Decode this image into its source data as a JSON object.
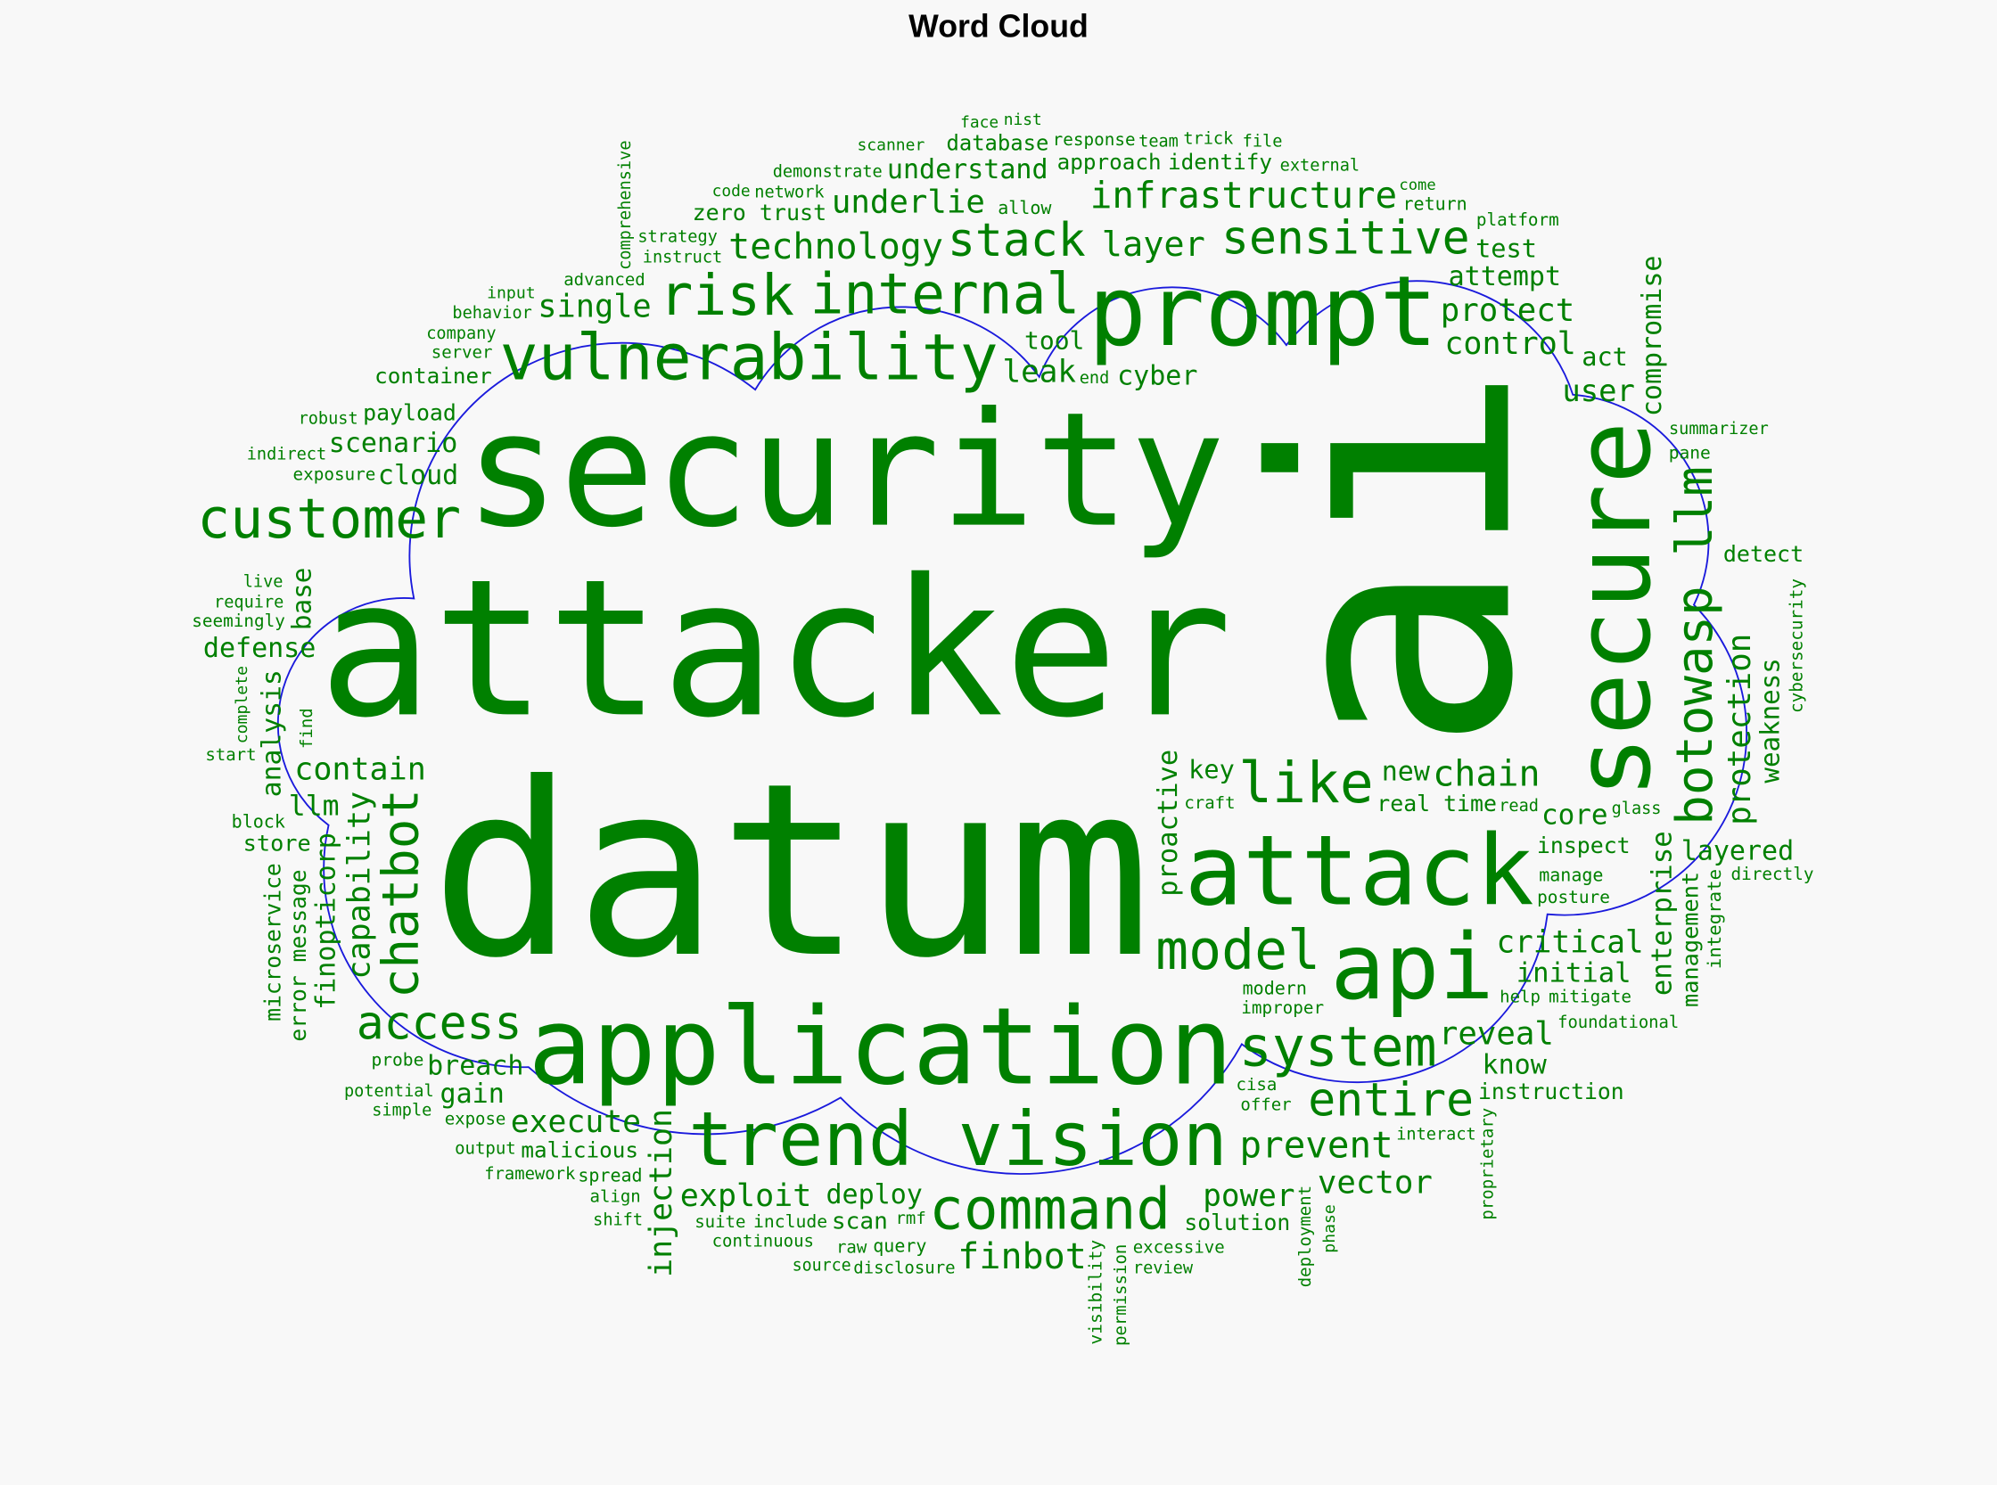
{
  "title": "Word Cloud",
  "colors": {
    "word": "#008000",
    "outline": "#1a1adc",
    "background": "#f8f8f8"
  },
  "words": [
    "datum",
    "attacker",
    "security",
    "ai",
    "prompt",
    "vulnerability",
    "internal",
    "infrastructure",
    "protect",
    "test",
    "cyber",
    "come",
    "underlie",
    "scanner",
    "demonstrate",
    "code",
    "input",
    "single",
    "act",
    "platform",
    "approach",
    "layer",
    "user",
    "allow",
    "end",
    "identify",
    "return",
    "sensitive",
    "company",
    "behavior",
    "instruct",
    "zero trust",
    "face",
    "network",
    "team",
    "robust",
    "indirect",
    "leak",
    "nist",
    "trick",
    "external",
    "attempt",
    "pane",
    "cloud",
    "scenario",
    "risk",
    "understand",
    "response",
    "key",
    "detect",
    "customer",
    "strategy",
    "read",
    "control",
    "core",
    "stack",
    "like",
    "glass",
    "file",
    "technology",
    "database",
    "tool",
    "chain",
    "require",
    "exposure",
    "defense",
    "advanced",
    "summarizer",
    "seemingly",
    "container",
    "modern",
    "server",
    "deploy",
    "payload",
    "llm",
    "posture",
    "new",
    "live",
    "start",
    "block",
    "breach",
    "include",
    "contain",
    "improper",
    "access",
    "system",
    "model",
    "store",
    "real time",
    "critical",
    "initial",
    "manage",
    "inspect",
    "directly",
    "expose",
    "spread",
    "craft",
    "foundational",
    "cisa",
    "layered",
    "attack",
    "probe",
    "align",
    "mitigate",
    "rmf",
    "suite",
    "instruction",
    "shift",
    "prevent",
    "help",
    "api",
    "power",
    "potential",
    "malicious",
    "query",
    "solution",
    "interact",
    "gain",
    "application",
    "reveal",
    "know",
    "simple",
    "raw",
    "entire",
    "continuous",
    "scan",
    "disclosure",
    "excessive",
    "offer",
    "vector",
    "output",
    "trend vision",
    "execute",
    "framework",
    "exploit",
    "source",
    "command",
    "review",
    "finbot",
    "secure",
    "botowasp llm",
    "protection",
    "weakness",
    "compromise",
    "management",
    "cybersecurity",
    "integrate",
    "proprietary",
    "proactive",
    "enterprise",
    "phase",
    "finopticorp",
    "comprehensive",
    "base",
    "analysis",
    "complete",
    "find",
    "chatbot",
    "microservice",
    "error message",
    "capability",
    "injection",
    "permission",
    "visibility",
    "deployment"
  ]
}
